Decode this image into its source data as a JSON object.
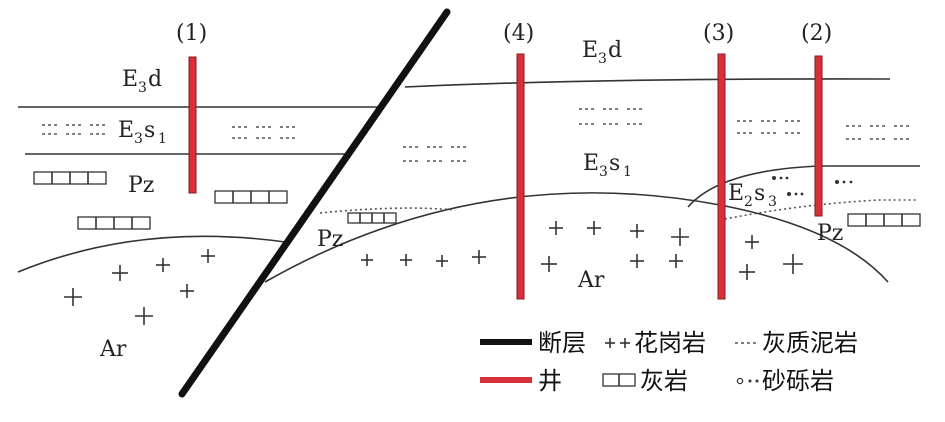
{
  "wells": [
    {
      "id": "w1",
      "label": "(1)"
    },
    {
      "id": "w4",
      "label": "(4)"
    },
    {
      "id": "w3",
      "label": "(3)"
    },
    {
      "id": "w2",
      "label": "(2)"
    }
  ],
  "strata": {
    "e3d_left": {
      "main": "E",
      "sub": "3",
      "tail": "d"
    },
    "e3s1_left": {
      "main": "E",
      "sub": "3",
      "tail": "s",
      "sub2": "1"
    },
    "pz_left": "Pz",
    "ar_left": "Ar",
    "e3d_right": {
      "main": "E",
      "sub": "3",
      "tail": "d"
    },
    "e3s1_right": {
      "main": "E",
      "sub": "3",
      "tail": "s",
      "sub2": "1"
    },
    "e2s3": {
      "main": "E",
      "sub": "2",
      "tail": "s",
      "sub2": "3"
    },
    "pz_mid": "Pz",
    "pz_right": "Pz",
    "ar_right": "Ar"
  },
  "legend": {
    "fault": "断层",
    "granite": "花岗岩",
    "mudstone": "灰质泥岩",
    "well": "井",
    "limestone": "灰岩",
    "conglomerate": "砂砾岩"
  },
  "colors": {
    "well": "#d7303a",
    "fault": "#111111"
  }
}
